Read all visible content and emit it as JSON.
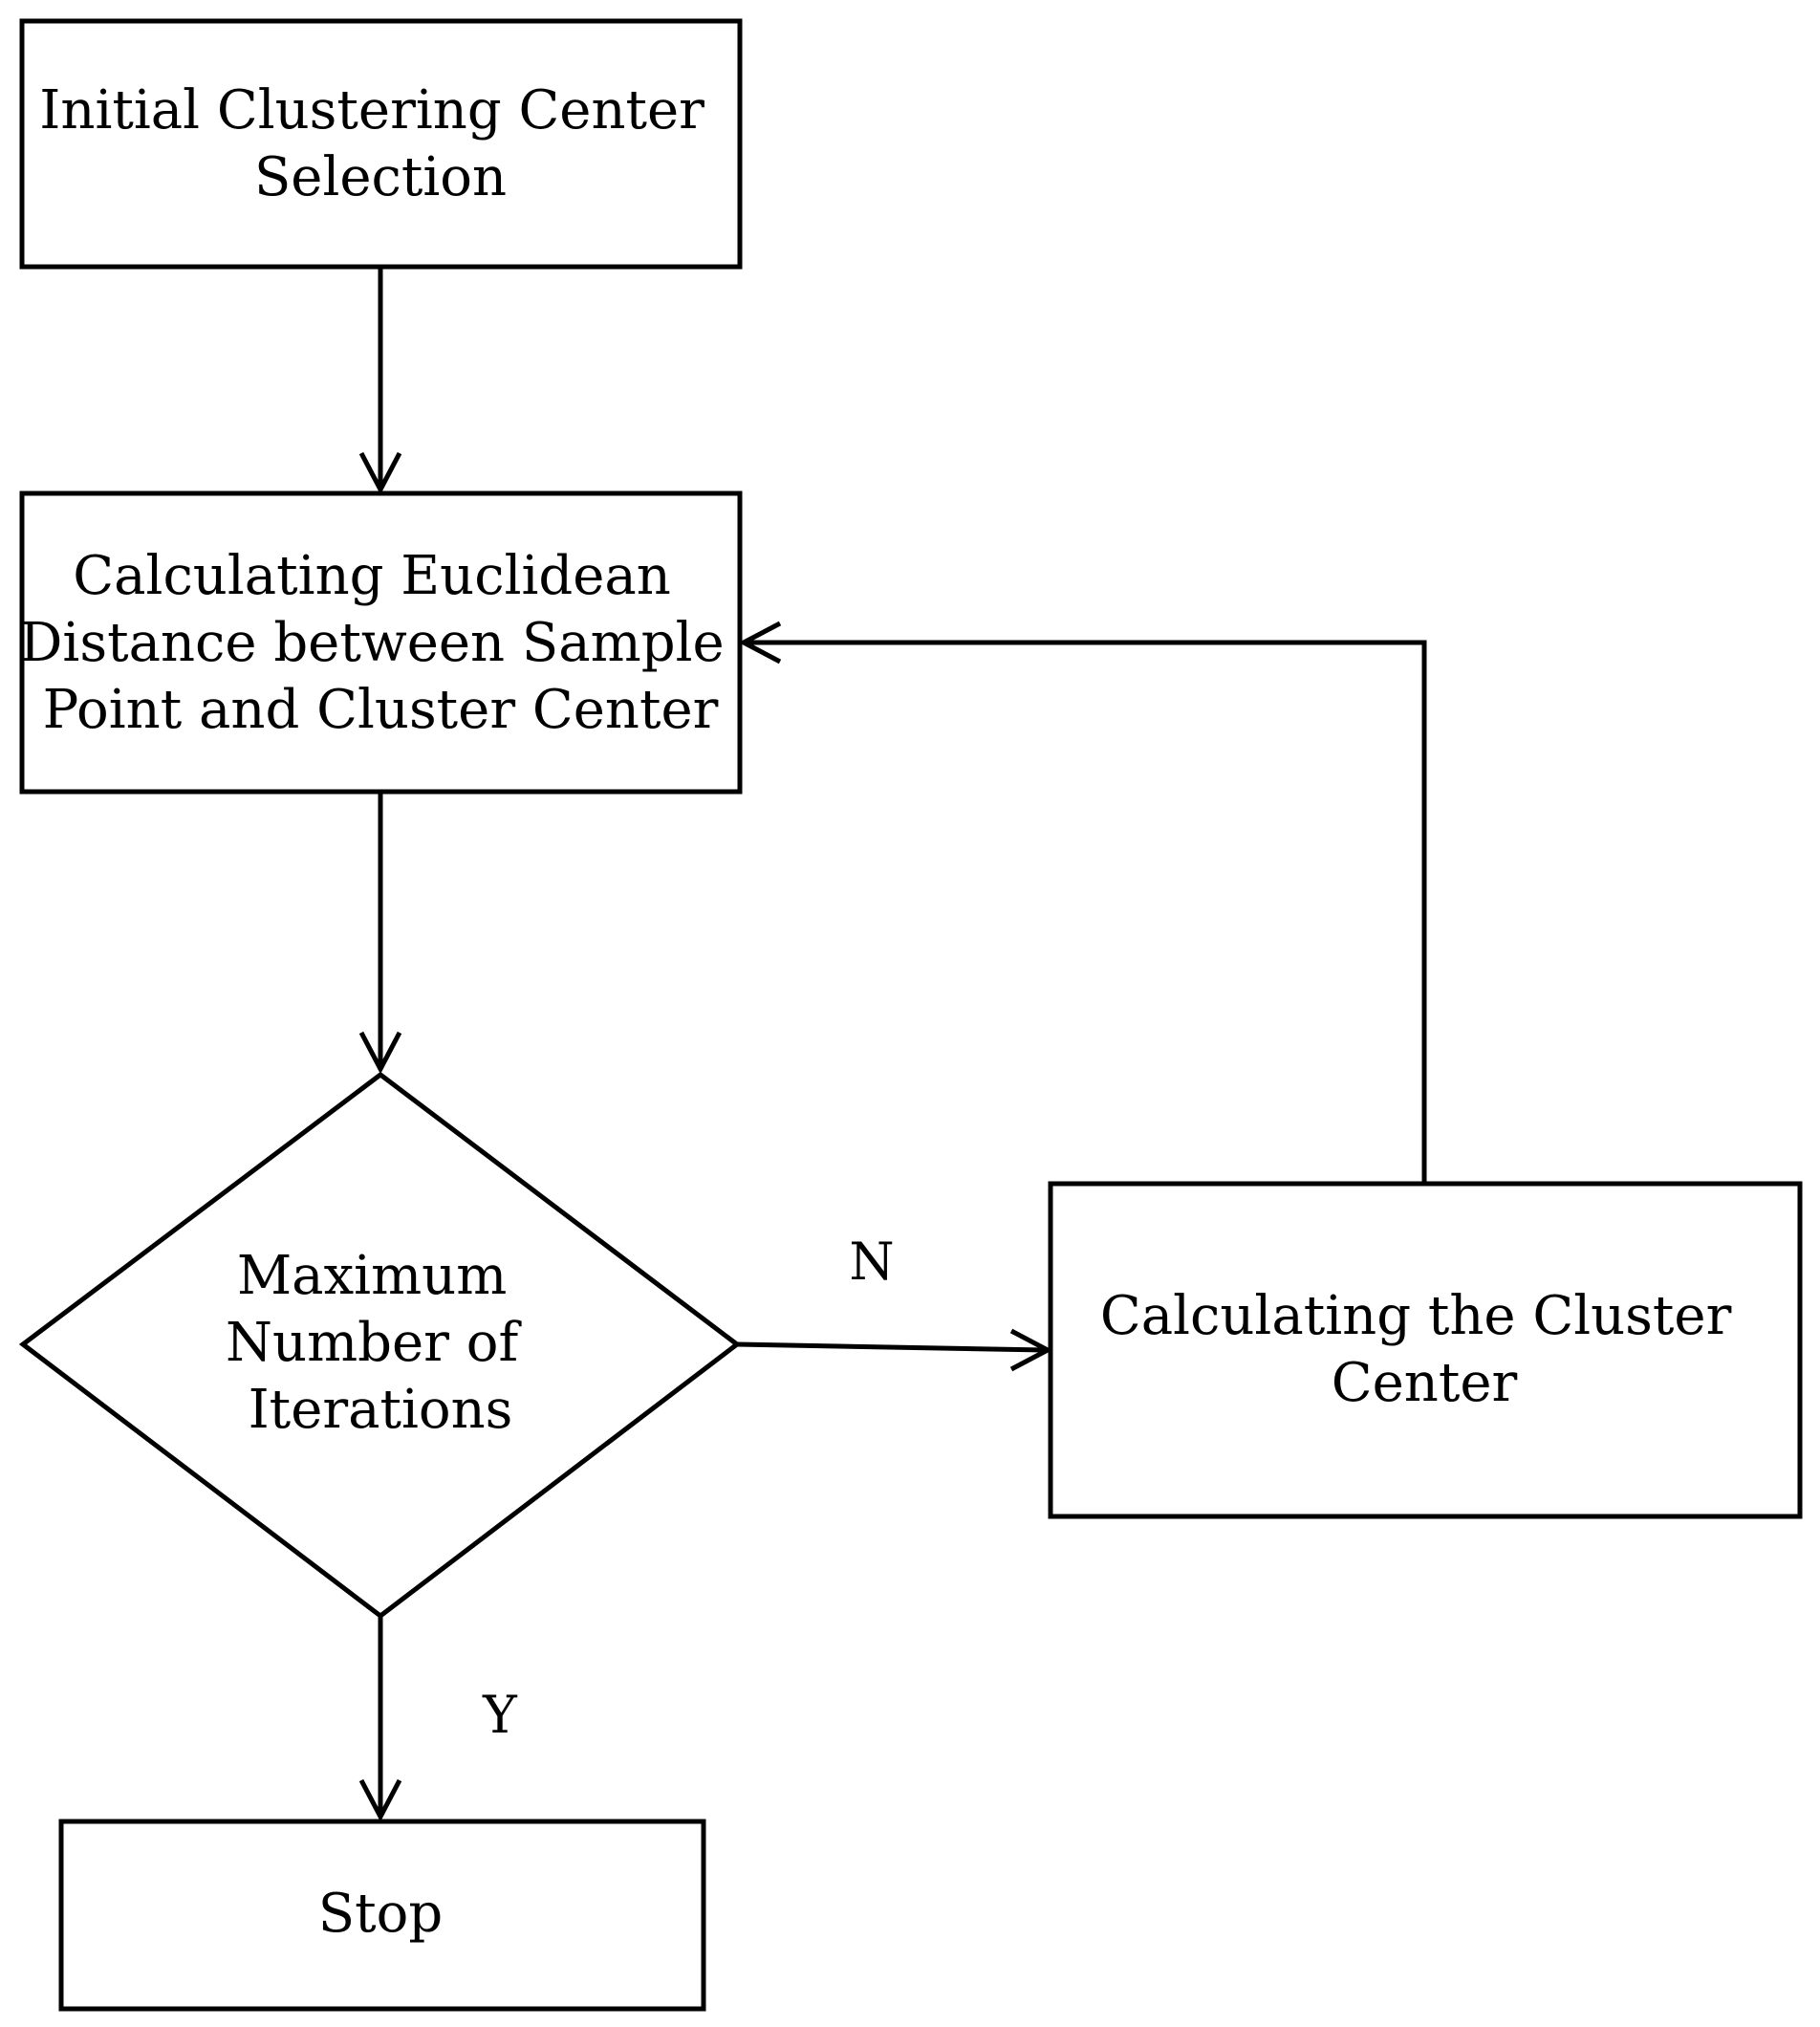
{
  "nodes": {
    "initial": {
      "lines": [
        "Initial Clustering Center",
        "Selection"
      ]
    },
    "distance": {
      "lines": [
        "Calculating Euclidean",
        "Distance between Sample",
        "Point and Cluster Center"
      ]
    },
    "decision": {
      "lines": [
        "Maximum",
        "Number of",
        "Iterations"
      ]
    },
    "cluster_center": {
      "lines": [
        "Calculating the Cluster",
        "Center"
      ]
    },
    "stop": {
      "lines": [
        "Stop"
      ]
    }
  },
  "edges": {
    "no_label": "N",
    "yes_label": "Y"
  }
}
